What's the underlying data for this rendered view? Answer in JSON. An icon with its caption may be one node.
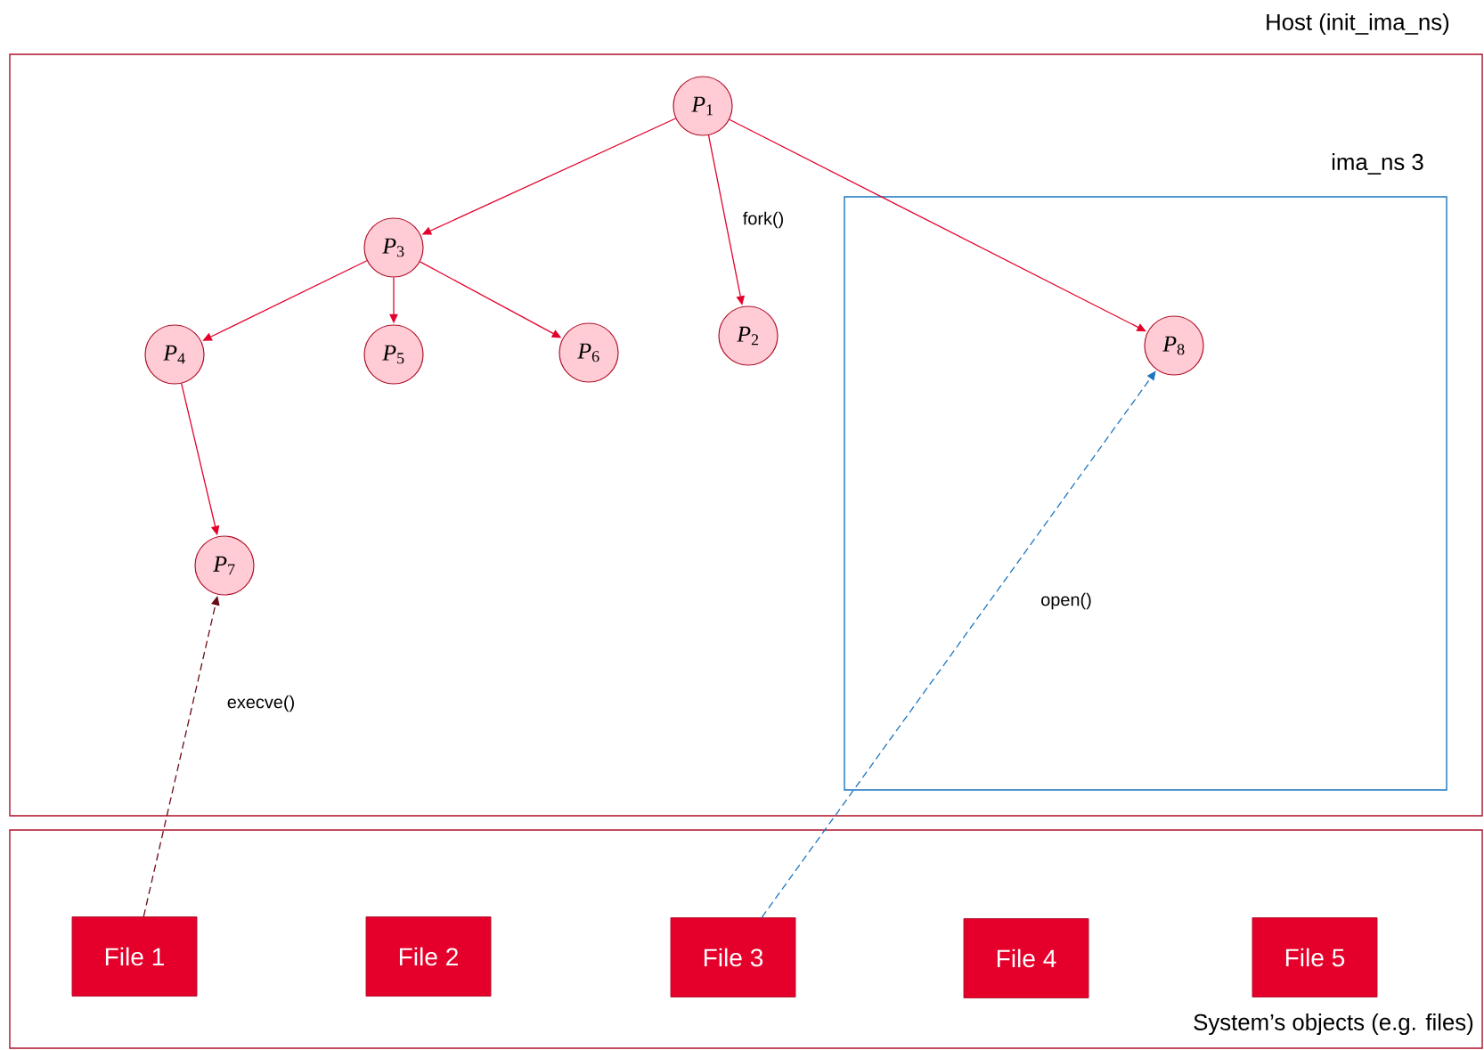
{
  "diagram": {
    "nodes": [
      {
        "text": [
          "Host (init_ima_ns)"
        ]
      },
      {
        "text": [
          "*P*$_{1}$"
        ],
        "in": 0
      },
      {
        "text": [
          "*P*$_{3}$"
        ],
        "in": 0
      },
      {
        "text": [
          "*P*$_{2}$"
        ],
        "in": 0
      },
      {
        "text": [
          "ima_ns 3"
        ],
        "in": 0
      },
      {
        "text": [
          "*P*$_{4}$"
        ],
        "in": 0
      },
      {
        "text": [
          "*P*$_{5}$"
        ],
        "in": 0
      },
      {
        "text": [
          "*P*$_{6}$"
        ],
        "in": 0
      },
      {
        "text": [
          "*P*$_{8}$"
        ],
        "in": 4
      },
      {
        "text": [
          "*P*$_{7}$"
        ],
        "in": 0
      },
      {
        "text": [
          "System’s objects (e.g. files)"
        ]
      },
      {
        "text": [
          "File 1"
        ],
        "in": 10
      },
      {
        "text": [
          "File 2"
        ],
        "in": 10
      },
      {
        "text": [
          "File 3"
        ],
        "in": 10
      },
      {
        "text": [
          "File 4"
        ],
        "in": 10
      },
      {
        "text": [
          "File 5"
        ],
        "in": 10
      }
    ],
    "edges": [
      {
        "from": 1,
        "to": 2,
        "arrow": "to"
      },
      {
        "from": 1,
        "to": 3,
        "arrow": "to",
        "label": "fork()"
      },
      {
        "from": 1,
        "to": 8,
        "arrow": "to"
      },
      {
        "from": 2,
        "to": 5,
        "arrow": "to"
      },
      {
        "from": 2,
        "to": 6,
        "arrow": "to"
      },
      {
        "from": 2,
        "to": 7,
        "arrow": "to"
      },
      {
        "from": 5,
        "to": 9,
        "arrow": "to"
      },
      {
        "from": 11,
        "to": 9,
        "arrow": "to",
        "label": "execve()",
        "style": "dashed",
        "color": "#6b0a14"
      },
      {
        "from": 13,
        "to": 8,
        "arrow": "to",
        "label": "open()",
        "style": "dashed",
        "color": "#1a75c0"
      }
    ]
  }
}
